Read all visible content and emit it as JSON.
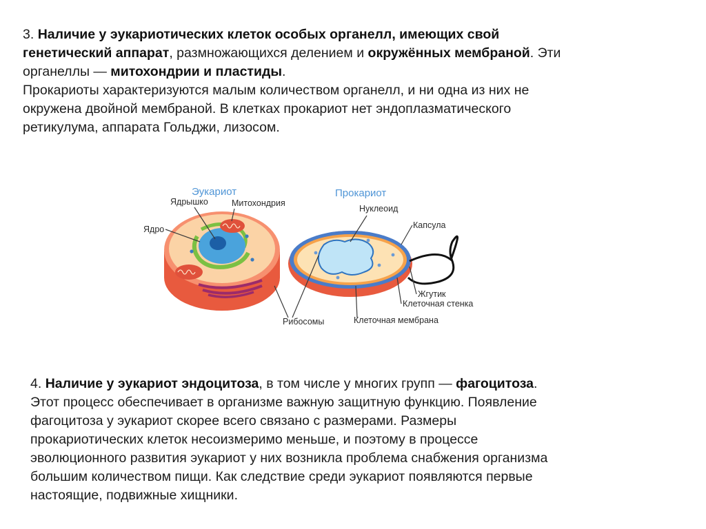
{
  "section3": {
    "num": "3.",
    "b1": "Наличие у эукариотических клеток особых органелл, имеющих свой",
    "b2": "генетический аппарат",
    "t2": ", размножающихся делением и ",
    "b3": "окружённых мембраной",
    "t3": ". Эти",
    "t4": "органеллы — ",
    "b4": "митохондрии и пластиды",
    "t5": ".",
    "l4": "Прокариоты характеризуются малым количеством органелл, и ни одна из них не",
    "l5": "окружена двойной мембраной. В клетках прокариот нет эндоплазматического",
    "l6": "ретикулума, аппарата Гольджи, лизосом."
  },
  "diagram": {
    "title_euk": "Эукариот",
    "title_prok": "Прокариот",
    "labels": {
      "nucleolus": "Ядрышко",
      "mitochondria": "Митохондрия",
      "nucleus": "Ядро",
      "ribosomes": "Рибосомы",
      "nucleoid": "Нуклеоид",
      "capsule": "Капсула",
      "flagellum": "Жгутик",
      "cell_wall": "Клеточная стенка",
      "cell_membrane": "Клеточная мембрана"
    },
    "colors": {
      "title": "#4f95d6",
      "cell_outer": "#f26b4f",
      "cytoplasm": "#fbd3a6",
      "nucleus": "#4aa3dc",
      "er": "#7bc043",
      "golgi": "#9c2b6a",
      "nucleoid": "#bfe4f7"
    }
  },
  "section4": {
    "num": "4. ",
    "b1": "Наличие у эукариот эндоцитоза",
    "t1": ", в том числе у многих групп — ",
    "b2": "фагоцитоза",
    "t2": ".",
    "l2": "Этот процесс обеспечивает в организме важную защитную функцию. Появление",
    "l3": "фагоцитоза у эукариот скорее всего связано с размерами. Размеры",
    "l4": "прокариотических клеток несоизмеримо меньше, и поэтому в процессе",
    "l5": "эволюционного развития эукариот у них возникла проблема снабжения организма",
    "l6": "большим количеством пищи. Как следствие среди эукариот появляются первые",
    "l7": "настоящие, подвижные хищники."
  }
}
